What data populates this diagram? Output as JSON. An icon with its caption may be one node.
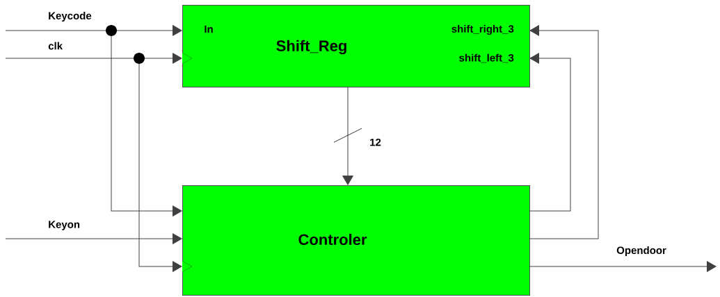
{
  "diagram": {
    "nodes": [
      {
        "text": [
          "Shift_Reg",
          "In",
          "shift_right_3",
          "shift_left_3"
        ]
      },
      {
        "text": [
          "Controler"
        ]
      }
    ],
    "edges": [
      {
        "from": null,
        "to": 0,
        "arrow": "to",
        "label": "Keycode"
      },
      {
        "from": null,
        "to": 1,
        "arrow": "to"
      },
      {
        "from": null,
        "to": 0,
        "arrow": "to",
        "label": "clk"
      },
      {
        "from": null,
        "to": 1,
        "arrow": "to"
      },
      {
        "from": null,
        "to": 1,
        "arrow": "to",
        "label": "Keyon"
      },
      {
        "from": 0,
        "to": 1,
        "arrow": "to",
        "label": "12"
      },
      {
        "from": 1,
        "to": 0,
        "arrow": "to"
      },
      {
        "from": 1,
        "to": 0,
        "arrow": "to"
      },
      {
        "from": 1,
        "to": null,
        "arrow": "to",
        "label": "Opendoor"
      }
    ]
  }
}
